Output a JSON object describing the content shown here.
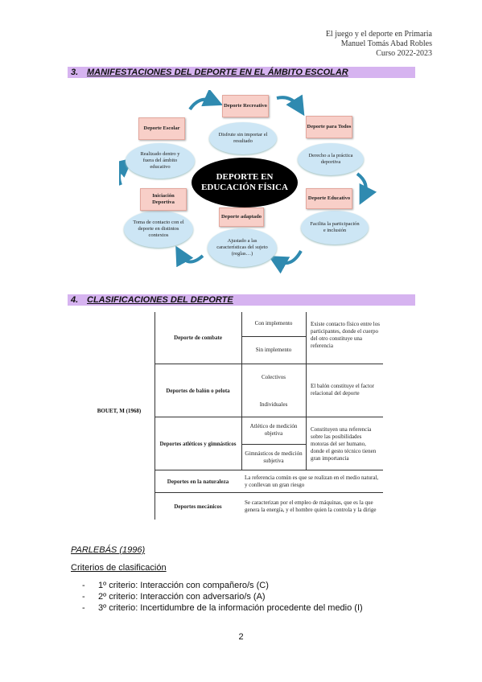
{
  "header": {
    "line1": "El juego y el deporte en Primaria",
    "line2": "Manuel Tomás Abad Robles",
    "line3": "Curso 2022-2023"
  },
  "section3": {
    "number": "3.",
    "title": "MANIFESTACIONES DEL DEPORTE EN EL ÁMBITO ESCOLAR"
  },
  "diagram": {
    "center": "DEPORTE EN EDUCACIÓN FÍSICA",
    "nodes": [
      {
        "box": "Deporte Recreativo",
        "bubble": "Disfrute sin importar el resultado"
      },
      {
        "box": "Deporte para Todos",
        "bubble": "Derecho a la práctica deportiva"
      },
      {
        "box": "Deporte Educativo",
        "bubble": "Facilita la participación e inclusión"
      },
      {
        "box": "Deporte adaptado",
        "bubble": "Ajustado a las características del sujeto (reglas…)"
      },
      {
        "box": "Iniciación Deportiva",
        "bubble": "Toma de contacto con el deporte en distintos contextos"
      },
      {
        "box": "Deporte Escolar",
        "bubble": "Realizado dentro y fuera del ámbito educativo"
      }
    ],
    "arrow_color": "#2f8ab0"
  },
  "section4": {
    "number": "4.",
    "title": "CLASIFICACIONES DEL DEPORTE"
  },
  "classification": {
    "author": "BOUET, M (1968)",
    "rows": {
      "combate": {
        "label": "Deporte de combate",
        "sub1": "Con implemento",
        "sub2": "Sin implemento",
        "desc": "Existe contacto físico entre los participantes, donde el cuerpo del otro constituye una referencia"
      },
      "balon": {
        "label": "Deportes de balón o pelota",
        "sub1": "Colectivos",
        "sub2": "Individuales",
        "desc": "El balón constituye el factor relacional del deporte"
      },
      "atleticos": {
        "label": "Deportes atléticos y gimnásticos",
        "sub1": "Atlético de medición objetiva",
        "sub2": "Gimnásticos de medición subjetiva",
        "desc": "Constituyen una referencia sobre las posibilidades motoras del ser humano, donde el gesto técnico tienen gran importancia"
      },
      "naturaleza": {
        "label": "Deportes en la naturaleza",
        "desc": "La referencia común es que se realizan en el medio natural, y conllevan un gran riesgo"
      },
      "mecanicos": {
        "label": "Deportes mecánicos",
        "desc": "Se caracterizan por el empleo de máquinas, que es la que genera la energía, y el hombre quien la controla y la dirige"
      }
    }
  },
  "parlebas": {
    "heading": "PARLEBÁS (1996)",
    "subheading": "Criterios de clasificación",
    "criteria": [
      "1º criterio: Interacción con compañero/s (C)",
      "2º criterio: Interacción con adversario/s (A)",
      "3º criterio: Incertidumbre de la información procedente del medio (I)"
    ],
    "bullet": "-"
  },
  "page_number": "2"
}
